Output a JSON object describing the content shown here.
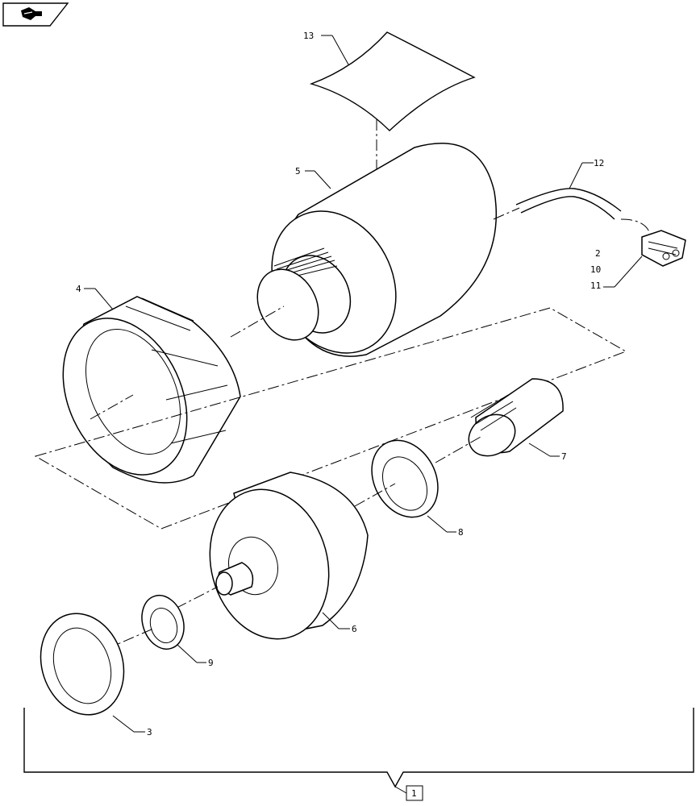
{
  "icon": {
    "name": "next-page-arrow-icon"
  },
  "callouts": {
    "c13": "13",
    "c12": "12",
    "c5": "5",
    "c4": "4",
    "c2": "2",
    "c10": "10",
    "c11": "11",
    "c7": "7",
    "c8": "8",
    "c6": "6",
    "c9": "9",
    "c3": "3",
    "c1": "1"
  }
}
